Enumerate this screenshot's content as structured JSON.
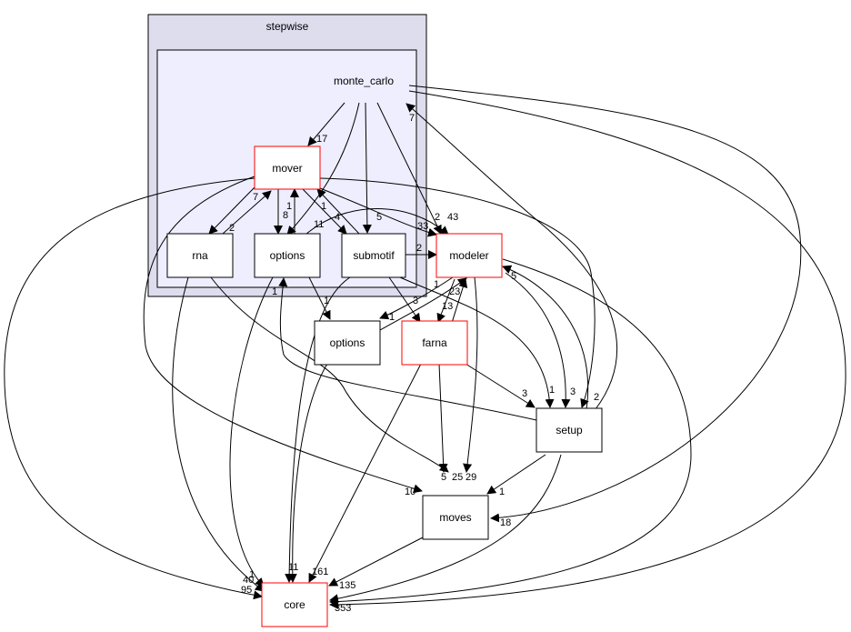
{
  "graph": {
    "clusters": {
      "stepwise": "stepwise",
      "monte_carlo": "monte_carlo"
    },
    "nodes": {
      "mover": "mover",
      "rna": "rna",
      "options_inner": "options",
      "submotif": "submotif",
      "modeler": "modeler",
      "options_outer": "options",
      "farna": "farna",
      "setup": "setup",
      "moves": "moves",
      "core": "core"
    },
    "edge_labels": {
      "mc_mover": "17",
      "setup_mc": "7",
      "mover_rna": "2",
      "rna_mover": "7",
      "mover_options": "8",
      "options_mover": "1",
      "mc_options": "11",
      "mover_submotif": "4",
      "submotif_mover": "1",
      "mc_submotif": "5",
      "mover_modeler": "33",
      "options_modeler": "2",
      "mc_modeler": "43",
      "submotif_modeler": "2",
      "modeler_options_outer": "1",
      "options_outer_modeler": "1",
      "submotif_options_outer": "1",
      "setup_options_inner": "1",
      "submotif_farna": "3",
      "farna_modeler": "23",
      "modeler_farna": "13",
      "modeler_setup": "5",
      "farna_setup": "3",
      "submotif_setup": "1",
      "modeler_setup2": "3",
      "mover_setup": "2",
      "mover_moves": "10",
      "farna_moves": "5",
      "submotif_moves": "25",
      "modeler_moves": "29",
      "setup_moves": "1",
      "mc_moves": "18",
      "rna_core": "1",
      "options_core": "40",
      "mover_core": "95",
      "submotif_core": "11",
      "farna_core": "161",
      "moves_core": "135",
      "setup_core": "353"
    }
  }
}
